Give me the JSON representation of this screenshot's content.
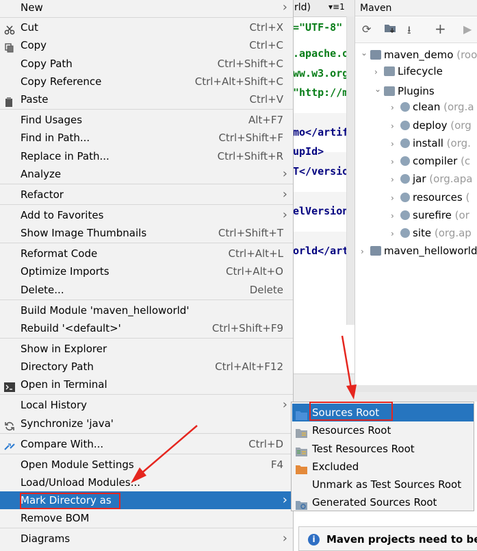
{
  "editor": {
    "tab_label": "rld)",
    "tab_counter": "▾≡1",
    "lines": [
      {
        "text": "=\"UTF-8\"",
        "color": "#067d17"
      },
      {
        "text": ".apache.o",
        "color": "#067d17"
      },
      {
        "text": "ww.w3.org",
        "color": "#067d17"
      },
      {
        "text": "\"http://m",
        "color": "#067d17"
      },
      {
        "text": "mo</artif",
        "color": "#000080"
      },
      {
        "text": "upId>",
        "color": "#000080"
      },
      {
        "text": "T</versio",
        "color": "#000080"
      },
      {
        "text": "elVersion",
        "color": "#000080"
      },
      {
        "text": "orld</art",
        "color": "#000080"
      }
    ]
  },
  "maven": {
    "title": "Maven",
    "toolbar": [
      "⟳",
      "⭳",
      "+",
      "▶"
    ],
    "tree": [
      {
        "label": "maven_demo",
        "suffix": " (roo",
        "icon": "maven-module-icon"
      },
      {
        "label": "Lifecycle",
        "suffix": "",
        "icon": "folder-gear-icon"
      },
      {
        "label": "Plugins",
        "suffix": "",
        "icon": "folder-gear-icon"
      },
      {
        "label": "clean",
        "suffix": " (org.a",
        "icon": "plugin-goal-icon"
      },
      {
        "label": "deploy",
        "suffix": " (org",
        "icon": "plugin-goal-icon"
      },
      {
        "label": "install",
        "suffix": " (org.",
        "icon": "plugin-goal-icon"
      },
      {
        "label": "compiler",
        "suffix": " (c",
        "icon": "plugin-goal-icon"
      },
      {
        "label": "jar",
        "suffix": " (org.apa",
        "icon": "plugin-goal-icon"
      },
      {
        "label": "resources",
        "suffix": " (",
        "icon": "plugin-goal-icon"
      },
      {
        "label": "surefire",
        "suffix": " (or",
        "icon": "plugin-goal-icon"
      },
      {
        "label": "site",
        "suffix": " (org.ap",
        "icon": "plugin-goal-icon"
      },
      {
        "label": "maven_helloworld",
        "suffix": "",
        "icon": "maven-module-icon"
      }
    ]
  },
  "menu": {
    "items": [
      {
        "label": "New",
        "shortcut": "",
        "submenu": true,
        "icon": ""
      },
      {
        "label": "Cut",
        "shortcut": "Ctrl+X",
        "submenu": false,
        "icon": "scissors-icon"
      },
      {
        "label": "Copy",
        "shortcut": "Ctrl+C",
        "submenu": false,
        "icon": "copy-icon"
      },
      {
        "label": "Copy Path",
        "shortcut": "Ctrl+Shift+C",
        "submenu": false,
        "icon": ""
      },
      {
        "label": "Copy Reference",
        "shortcut": "Ctrl+Alt+Shift+C",
        "submenu": false,
        "icon": ""
      },
      {
        "label": "Paste",
        "shortcut": "Ctrl+V",
        "submenu": false,
        "icon": "paste-icon"
      },
      {
        "label": "Find Usages",
        "shortcut": "Alt+F7",
        "submenu": false,
        "icon": ""
      },
      {
        "label": "Find in Path...",
        "shortcut": "Ctrl+Shift+F",
        "submenu": false,
        "icon": ""
      },
      {
        "label": "Replace in Path...",
        "shortcut": "Ctrl+Shift+R",
        "submenu": false,
        "icon": ""
      },
      {
        "label": "Analyze",
        "shortcut": "",
        "submenu": true,
        "icon": ""
      },
      {
        "label": "Refactor",
        "shortcut": "",
        "submenu": true,
        "icon": ""
      },
      {
        "label": "Add to Favorites",
        "shortcut": "",
        "submenu": true,
        "icon": ""
      },
      {
        "label": "Show Image Thumbnails",
        "shortcut": "Ctrl+Shift+T",
        "submenu": false,
        "icon": ""
      },
      {
        "label": "Reformat Code",
        "shortcut": "Ctrl+Alt+L",
        "submenu": false,
        "icon": ""
      },
      {
        "label": "Optimize Imports",
        "shortcut": "Ctrl+Alt+O",
        "submenu": false,
        "icon": ""
      },
      {
        "label": "Delete...",
        "shortcut": "Delete",
        "submenu": false,
        "icon": ""
      },
      {
        "label": "Build Module 'maven_helloworld'",
        "shortcut": "",
        "submenu": false,
        "icon": ""
      },
      {
        "label": "Rebuild '<default>'",
        "shortcut": "Ctrl+Shift+F9",
        "submenu": false,
        "icon": ""
      },
      {
        "label": "Show in Explorer",
        "shortcut": "",
        "submenu": false,
        "icon": ""
      },
      {
        "label": "Directory Path",
        "shortcut": "Ctrl+Alt+F12",
        "submenu": false,
        "icon": ""
      },
      {
        "label": "Open in Terminal",
        "shortcut": "",
        "submenu": false,
        "icon": "terminal-icon"
      },
      {
        "label": "Local History",
        "shortcut": "",
        "submenu": true,
        "icon": ""
      },
      {
        "label": "Synchronize 'java'",
        "shortcut": "",
        "submenu": false,
        "icon": "sync-icon"
      },
      {
        "label": "Compare With...",
        "shortcut": "Ctrl+D",
        "submenu": false,
        "icon": "compare-icon"
      },
      {
        "label": "Open Module Settings",
        "shortcut": "F4",
        "submenu": false,
        "icon": ""
      },
      {
        "label": "Load/Unload Modules...",
        "shortcut": "",
        "submenu": false,
        "icon": ""
      },
      {
        "label": "Mark Directory as",
        "shortcut": "",
        "submenu": true,
        "icon": ""
      },
      {
        "label": "Remove BOM",
        "shortcut": "",
        "submenu": false,
        "icon": ""
      },
      {
        "label": "Diagrams",
        "shortcut": "",
        "submenu": true,
        "icon": ""
      }
    ],
    "selected": "Mark Directory as"
  },
  "submenu": {
    "items": [
      {
        "label": "Sources Root",
        "icon": "sources-root-folder-icon"
      },
      {
        "label": "Resources Root",
        "icon": "resources-root-folder-icon"
      },
      {
        "label": "Test Resources Root",
        "icon": "test-resources-root-folder-icon"
      },
      {
        "label": "Excluded",
        "icon": "excluded-folder-icon"
      },
      {
        "label": "Unmark as Test Sources Root",
        "icon": ""
      },
      {
        "label": "Generated Sources Root",
        "icon": "generated-sources-folder-icon"
      }
    ],
    "selected": "Sources Root"
  },
  "notification": {
    "text": "Maven projects need to be im"
  },
  "colors": {
    "selection": "#2675bf",
    "annotation": "#e5261f"
  }
}
